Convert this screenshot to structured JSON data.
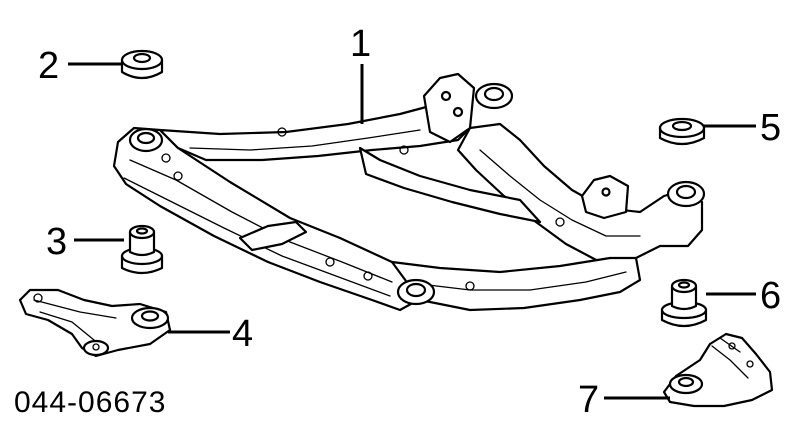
{
  "diagram": {
    "part_code": "044-06673",
    "callouts": [
      {
        "id": "1",
        "label": "1"
      },
      {
        "id": "2",
        "label": "2"
      },
      {
        "id": "3",
        "label": "3"
      },
      {
        "id": "4",
        "label": "4"
      },
      {
        "id": "5",
        "label": "5"
      },
      {
        "id": "6",
        "label": "6"
      },
      {
        "id": "7",
        "label": "7"
      }
    ]
  }
}
